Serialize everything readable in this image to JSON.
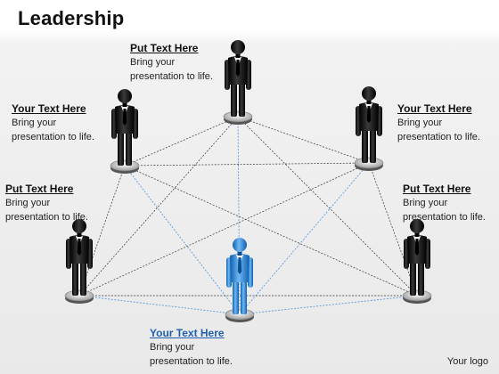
{
  "title": "Leadership",
  "footer": "Your logo",
  "colors": {
    "leader": "#2f8fe0",
    "member": "#1a1a1a",
    "blue_line": "#5a9be0",
    "black_line": "#333333"
  },
  "labels": [
    {
      "heading": "Put  Text Here",
      "line1": "Bring your",
      "line2": "presentation to life."
    },
    {
      "heading": "Your Text Here",
      "line1": "Bring your",
      "line2": "presentation to life."
    },
    {
      "heading": "Your Text Here",
      "line1": "Bring your",
      "line2": "presentation to life."
    },
    {
      "heading": "Put Text Here",
      "line1": "Bring your",
      "line2": "presentation to life."
    },
    {
      "heading": "Put Text Here",
      "line1": "Bring your",
      "line2": "presentation to life."
    },
    {
      "heading": "Your Text Here",
      "line1": "Bring your",
      "line2": "presentation to life."
    }
  ],
  "people": [
    {
      "role": "member"
    },
    {
      "role": "member"
    },
    {
      "role": "member"
    },
    {
      "role": "member"
    },
    {
      "role": "member"
    },
    {
      "role": "leader"
    }
  ]
}
